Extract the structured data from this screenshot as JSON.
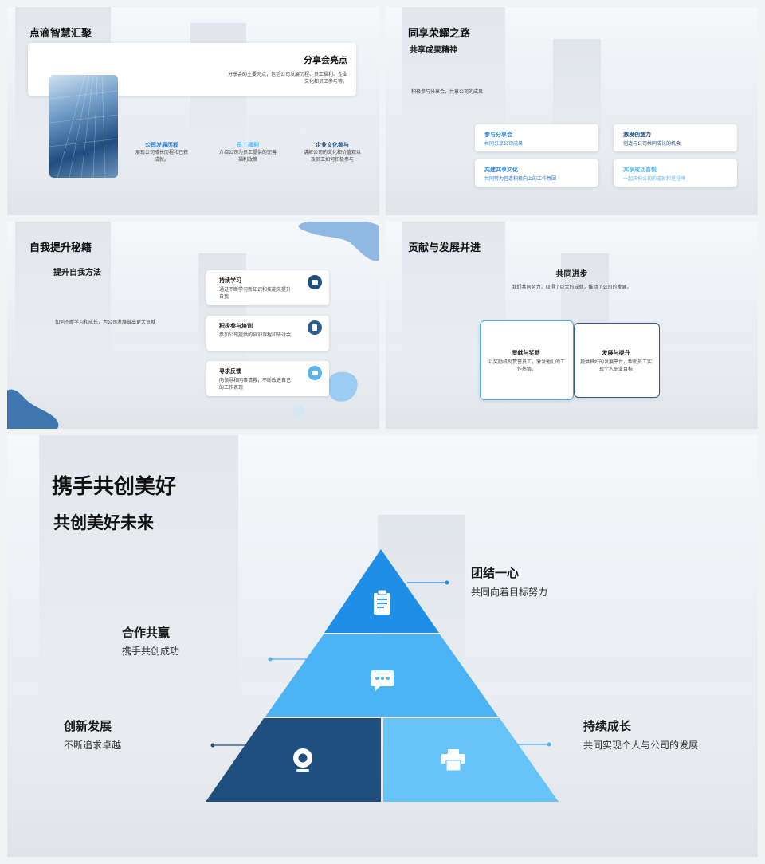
{
  "slide1": {
    "title": "点滴智慧汇聚",
    "card_title": "分享会亮点",
    "card_text": "分享会的主要亮点，包括公司发展历程、员工福利、企业文化和员工参与等。",
    "items": [
      {
        "title": "公司发展历程",
        "text": "展现公司成长历程和已获成就。"
      },
      {
        "title": "员工福利",
        "text": "介绍公司为员工提供的完善福利政策"
      },
      {
        "title": "企业文化参与",
        "text": "讲解公司的文化和价值观以及员工如何积极参与"
      }
    ]
  },
  "slide2": {
    "title": "同享荣耀之路",
    "subtitle": "共享成果精神",
    "desc": "积极参与分享会，共享公司的成果",
    "cards": [
      {
        "title": "参与分享会",
        "text": "共同分享公司成果"
      },
      {
        "title": "激发创造力",
        "text": "创造与公司共同成长的机会"
      },
      {
        "title": "共建共享文化",
        "text": "共同努力营造积极向上的工作氛围"
      },
      {
        "title": "共享成功喜悦",
        "text": "一起庆祝公司的成就和里程碑"
      }
    ]
  },
  "slide3": {
    "title": "自我提升秘籍",
    "subtitle": "提升自我方法",
    "desc": "如何不断学习和成长，为公司发展做出更大贡献",
    "cards": [
      {
        "title": "持续学习",
        "text": "通过不断学习新知识和技能来提升自我"
      },
      {
        "title": "积极参与培训",
        "text": "参加公司提供的培训课程和研讨会"
      },
      {
        "title": "寻求反馈",
        "text": "向领导和同事请教，不断改进自己的工作表现"
      }
    ]
  },
  "slide4": {
    "title": "贡献与发展并进",
    "subtitle": "共同进步",
    "desc": "我们共同努力，取得了巨大的成就，推动了公司的发展。",
    "cards": [
      {
        "title": "贡献与奖励",
        "text": "以奖励机制赞誉员工，激发他们的工作热情。"
      },
      {
        "title": "发展与提升",
        "text": "提供良好的发展平台，帮助员工实现个人职业目标"
      }
    ]
  },
  "slide5": {
    "title": "携手共创美好",
    "subtitle": "共创美好未来",
    "labels": [
      {
        "title": "团结一心",
        "text": "共同向着目标努力"
      },
      {
        "title": "合作共赢",
        "text": "携手共创成功"
      },
      {
        "title": "创新发展",
        "text": "不断追求卓越"
      },
      {
        "title": "持续成长",
        "text": "共同实现个人与公司的发展"
      }
    ],
    "icons": [
      "clipboard-icon",
      "chat-icon",
      "webcam-icon",
      "printer-icon"
    ]
  },
  "colors": {
    "accent": "#1e8ee6",
    "light": "#4ab4f5",
    "lighter": "#66c4fb",
    "dark": "#1f4f7e"
  }
}
